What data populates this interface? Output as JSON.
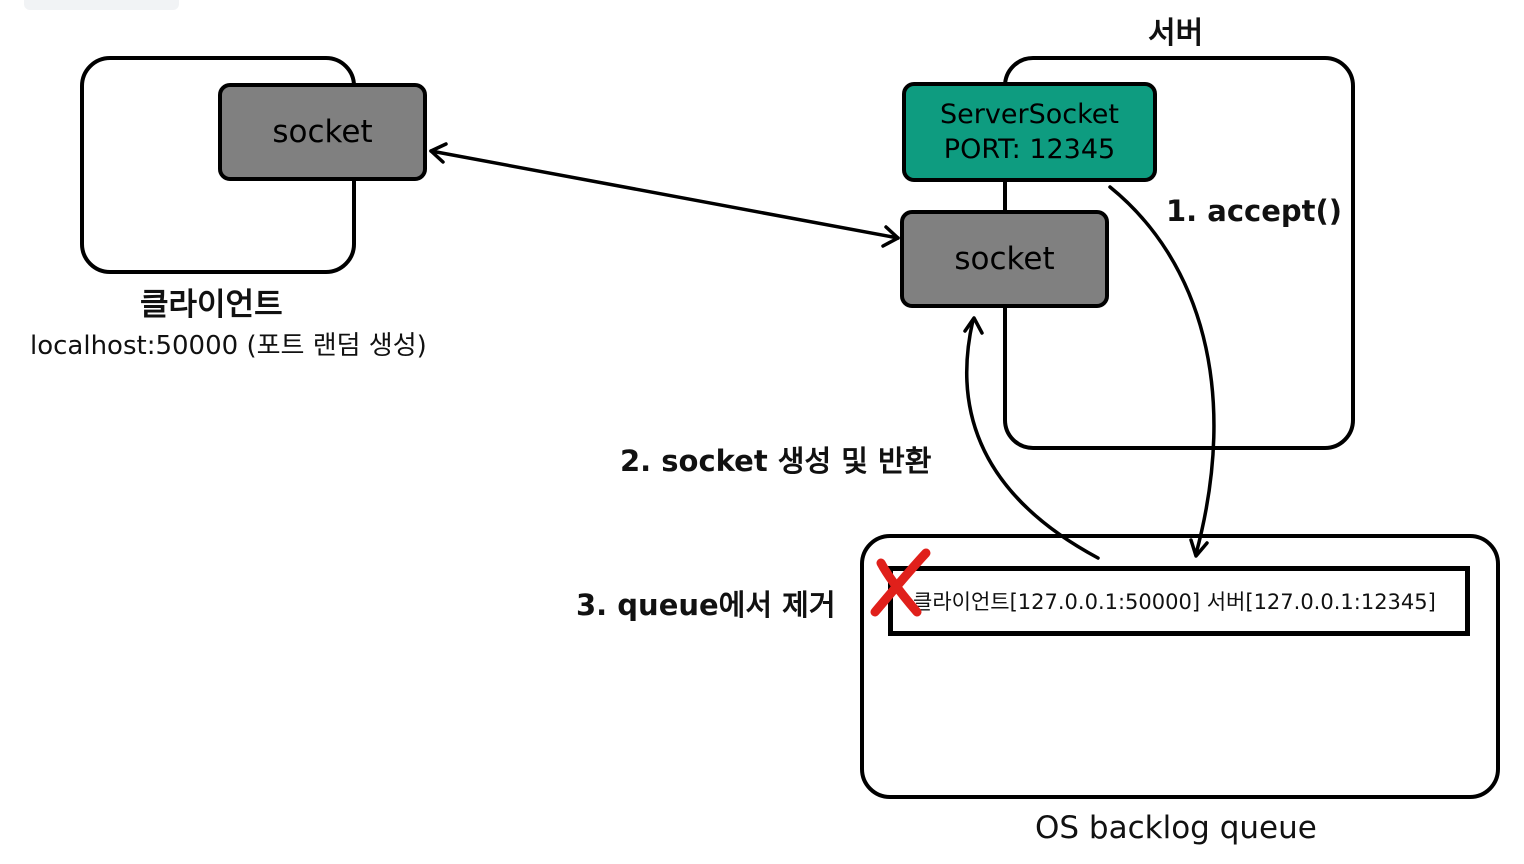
{
  "server": {
    "title": "서버",
    "server_socket_line1": "ServerSocket",
    "server_socket_line2": "PORT: 12345",
    "socket_label": "socket"
  },
  "client": {
    "title": "클라이언트",
    "subtitle": "localhost:50000 (포트 랜덤 생성)",
    "socket_label": "socket"
  },
  "steps": {
    "step1": "1. accept()",
    "step2": "2. socket 생성 및 반환",
    "step3": "3. queue에서 제거"
  },
  "queue": {
    "title": "OS backlog queue",
    "entry": "클라이언트[127.0.0.1:50000] 서버[127.0.0.1:12345]"
  },
  "colors": {
    "server_socket_fill": "#0e9c80",
    "socket_fill": "#808080",
    "remove_mark": "#e0201b"
  },
  "icons": {
    "remove_mark": "x-mark-icon"
  }
}
